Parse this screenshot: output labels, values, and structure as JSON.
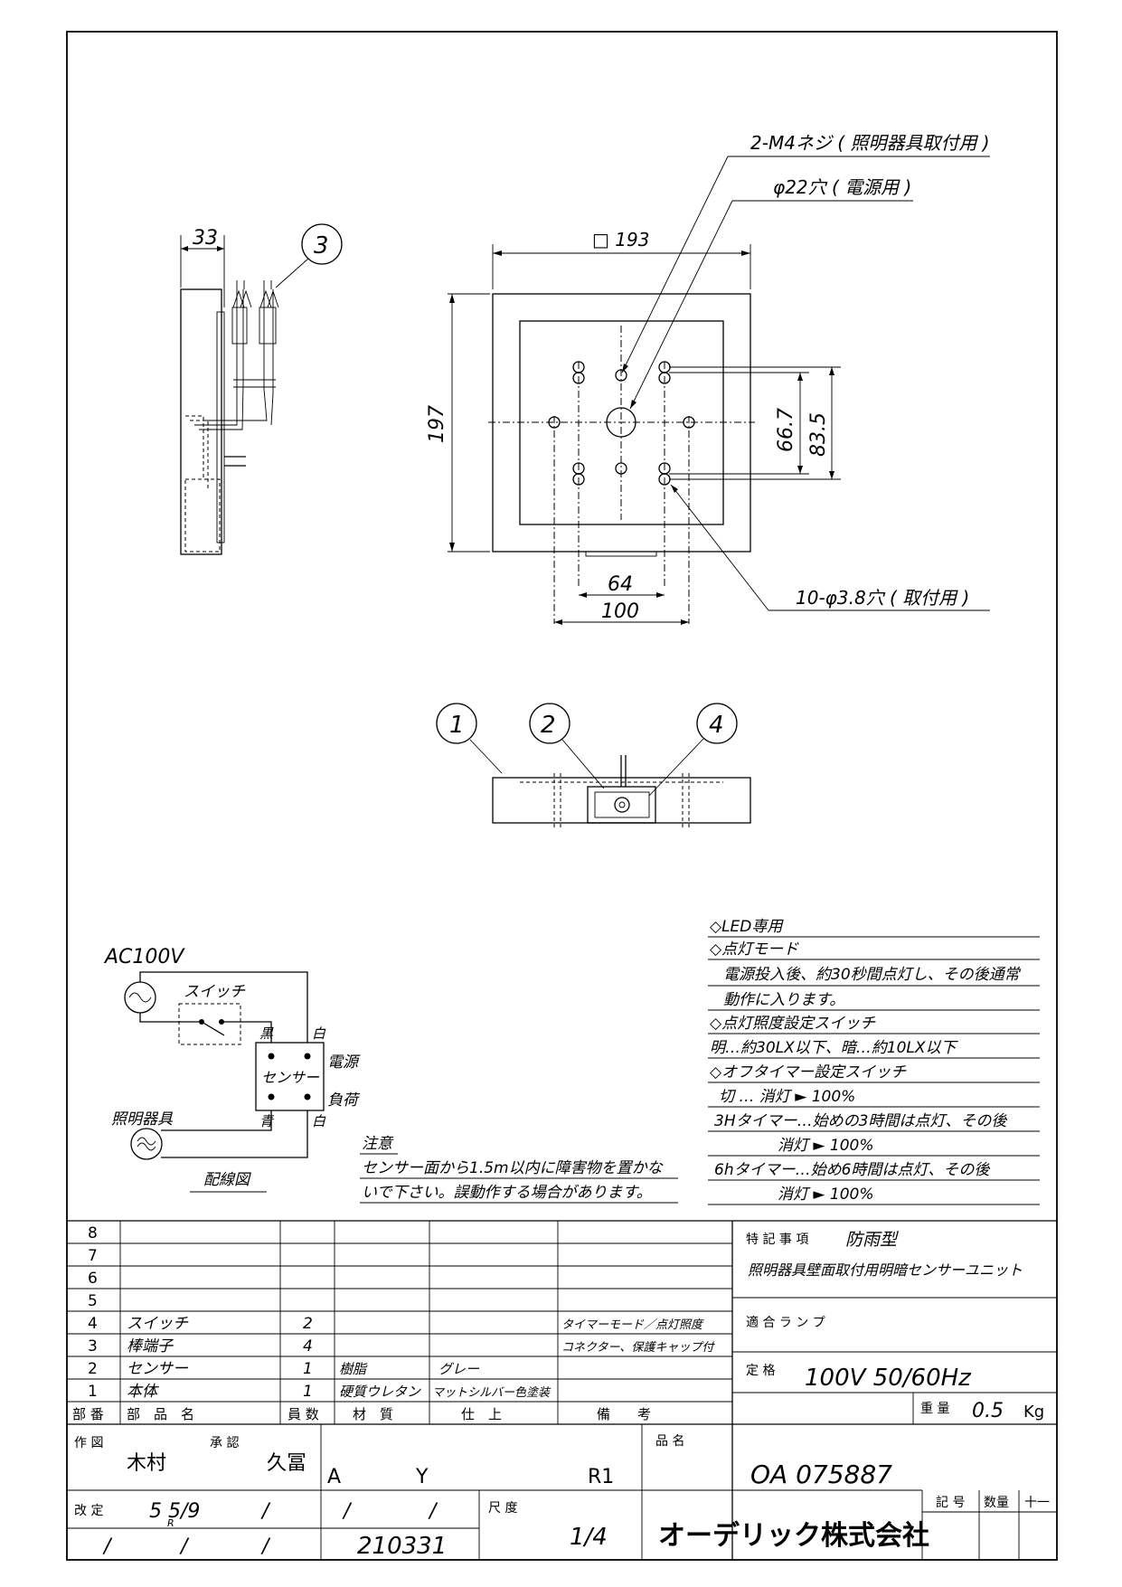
{
  "dimensions": {
    "side_depth": "33",
    "width": "□ 193",
    "height": "197",
    "hole_pitch_small": "66.7",
    "hole_pitch_large": "83.5",
    "mount_pitch_64": "64",
    "mount_pitch_100": "100"
  },
  "callouts": {
    "screws": "2-M4ネジ ( 照明器具取付用 )",
    "power_hole": "φ22穴 ( 電源用 )",
    "mount_holes": "10-φ3.8穴 ( 取付用 )"
  },
  "balloons": [
    "1",
    "2",
    "3",
    "4"
  ],
  "wiring": {
    "ac": "AC100V",
    "switch": "スイッチ",
    "black": "黒",
    "white1": "白",
    "sensor": "センサー",
    "power": "電源",
    "load": "負荷",
    "blue": "青",
    "white2": "白",
    "fixture": "照明器具",
    "caption": "配線図"
  },
  "caution": {
    "title": "注意",
    "line1": "センサー面から1.5m以内に障害物を置かな",
    "line2": "いで下さい。誤動作する場合があります。"
  },
  "notes": [
    "◇LED専用",
    "◇点灯モード",
    "電源投入後、約30秒間点灯し、その後通常",
    "動作に入ります。",
    "◇点灯照度設定スイッチ",
    "明…約30LX以下、暗…約10LX以下",
    "◇オフタイマー設定スイッチ",
    "切 … 消灯 ► 100%",
    "3Hタイマー…始めの3時間は点灯、その後",
    "消灯 ► 100%",
    "6hタイマー…始め6時間は点灯、その後",
    "消灯 ► 100%"
  ],
  "parts_table": {
    "rows": [
      {
        "no": "8",
        "name": "",
        "qty": "",
        "material": "",
        "finish": "",
        "remarks": ""
      },
      {
        "no": "7",
        "name": "",
        "qty": "",
        "material": "",
        "finish": "",
        "remarks": ""
      },
      {
        "no": "6",
        "name": "",
        "qty": "",
        "material": "",
        "finish": "",
        "remarks": ""
      },
      {
        "no": "5",
        "name": "",
        "qty": "",
        "material": "",
        "finish": "",
        "remarks": ""
      },
      {
        "no": "4",
        "name": "スイッチ",
        "qty": "2",
        "material": "",
        "finish": "",
        "remarks": "タイマーモード／点灯照度"
      },
      {
        "no": "3",
        "name": "棒端子",
        "qty": "4",
        "material": "",
        "finish": "",
        "remarks": "コネクター、保護キャップ付"
      },
      {
        "no": "2",
        "name": "センサー",
        "qty": "1",
        "material": "樹脂",
        "finish": "グレー",
        "remarks": ""
      },
      {
        "no": "1",
        "name": "本体",
        "qty": "1",
        "material": "硬質ウレタン",
        "finish": "マットシルバー色塗装",
        "remarks": ""
      }
    ],
    "header": {
      "no": "部 番",
      "name": "部　品　名",
      "qty": "員 数",
      "material": "材　質",
      "finish": "仕　上",
      "remarks": "備　　考"
    }
  },
  "spec": {
    "label_special": "特 記 事 項",
    "special_value": "防雨型",
    "description": "照明器具壁面取付用明暗センサーユニット",
    "label_lamp": "適 合 ラ ン プ",
    "label_rating": "定 格",
    "rating_value": "100V 50/60Hz",
    "label_weight": "重 量",
    "weight_value": "0.5",
    "weight_unit": "Kg"
  },
  "title_block": {
    "label_drawn": "作 図",
    "drawn_by": "木村",
    "label_approved": "承 認",
    "approved_by": "久冨",
    "code_a": "A",
    "code_y": "Y",
    "revision": "R1",
    "label_product": "品 名",
    "product_no": "OA 075887",
    "label_revise": "改 定",
    "revise_date": "5 5/9",
    "revise_r": "R",
    "slashes": "/",
    "date_code": "210331",
    "label_scale": "尺 度",
    "scale": "1/4",
    "company": "オーデリック株式会社",
    "label_symbol": "記 号",
    "label_count": "数量",
    "label_plusminus": "十一"
  }
}
